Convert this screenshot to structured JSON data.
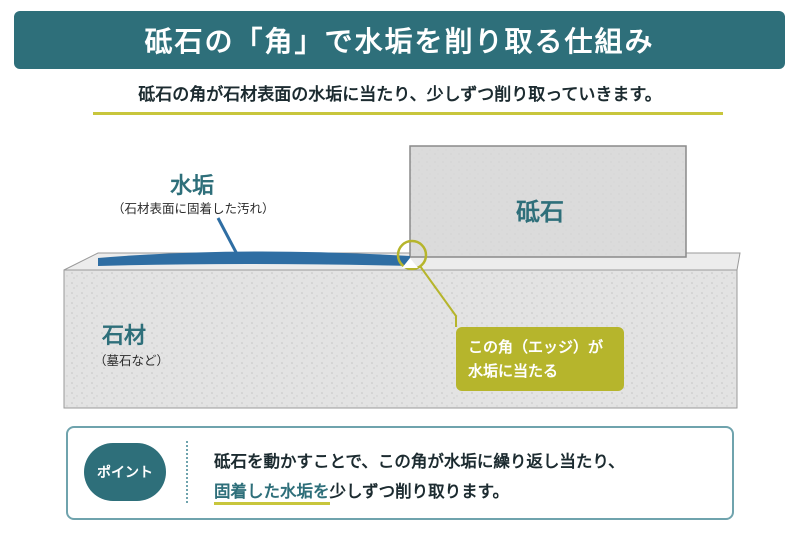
{
  "title": "砥石の「角」で水垢を削り取る仕組み",
  "subtitle": "砥石の角が石材表面の水垢に当たり、少しずつ削り取っていきます。",
  "labels": {
    "scale": "水垢",
    "scale_note": "（石材表面に固着した汚れ）",
    "whetstone": "砥石",
    "stone": "石材",
    "stone_note": "（墓石など）"
  },
  "callout": {
    "line1": "この角（エッジ）が",
    "line2": "水垢に当たる"
  },
  "point": {
    "badge": "ポイント",
    "line1": "砥石を動かすことで、この角が水垢に繰り返し当たり、",
    "line2_highlight": "固着した水垢を",
    "line2_rest": "少しずつ削り取ります。"
  },
  "colors": {
    "teal": "#2e6f7a",
    "scale_blue": "#2f6ea3",
    "olive": "#b6b52c",
    "stone_fill": "#e2e2e2",
    "whetstone_fill": "#dcdcdc"
  }
}
